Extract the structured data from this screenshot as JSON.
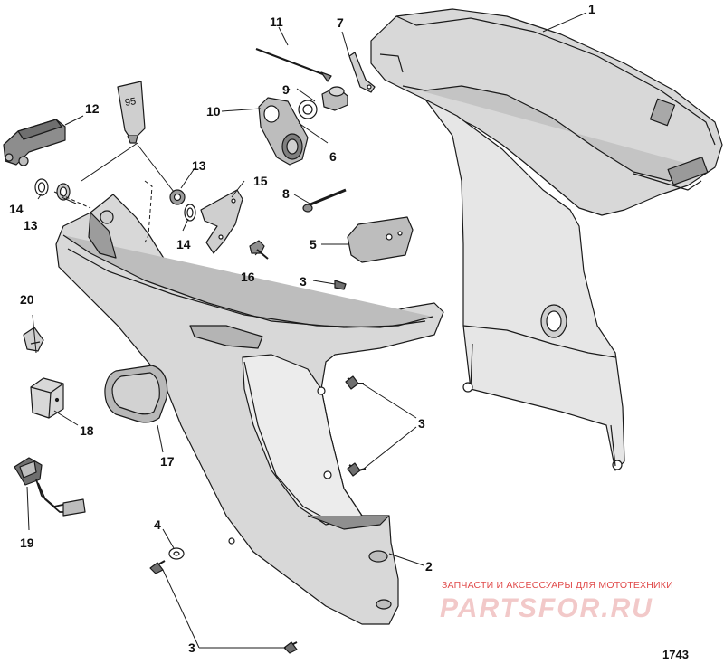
{
  "callouts": {
    "c1": "1",
    "c2": "2",
    "c3a": "3",
    "c3b": "3",
    "c3c": "3",
    "c4": "4",
    "c5": "5",
    "c6": "6",
    "c7": "7",
    "c8": "8",
    "c9": "9",
    "c10": "10",
    "c11": "11",
    "c12": "12",
    "c13a": "13",
    "c13b": "13",
    "c14a": "14",
    "c14b": "14",
    "c15": "15",
    "c16": "16",
    "c17": "17",
    "c18": "18",
    "c19": "19",
    "c20": "20"
  },
  "tube_label": "95",
  "watermark": {
    "tagline": "ЗАПЧАСТИ И АКСЕССУАРЫ ДЛЯ МОТОТЕХНИКИ",
    "brand": "PARTSFOR.RU"
  },
  "figure_number": "1743",
  "colors": {
    "line": "#1a1a1a",
    "fill_light": "#d8d8d8",
    "fill_mid": "#bdbdbd",
    "fill_dark": "#8f8f8f",
    "watermark_red": "#e04a4a",
    "watermark_pink": "#f2c9c9"
  }
}
